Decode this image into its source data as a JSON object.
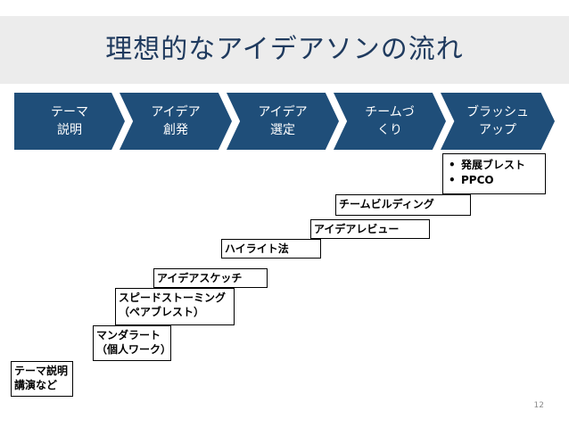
{
  "slide": {
    "title": "理想的なアイデアソンの流れ",
    "page_number": "12"
  },
  "chevrons": [
    {
      "line1": "テーマ",
      "line2": "説明"
    },
    {
      "line1": "アイデア",
      "line2": "創発"
    },
    {
      "line1": "アイデア",
      "line2": "選定"
    },
    {
      "line1": "チームづ",
      "line2": "くり"
    },
    {
      "line1": "ブラッシュ",
      "line2": "アップ"
    }
  ],
  "steps": [
    {
      "line1": "テーマ説明",
      "line2": "講演など"
    },
    {
      "line1": "マンダラート",
      "line2": "（個人ワーク）"
    },
    {
      "line1": "スピードストーミング",
      "line2": "（ペアブレスト）"
    },
    {
      "line1": "アイデアスケッチ"
    },
    {
      "line1": "ハイライト法"
    },
    {
      "line1": "アイデアレビュー"
    },
    {
      "line1": "チームビルディング"
    }
  ],
  "bullets": [
    {
      "marker": "•",
      "text": "発展ブレスト"
    },
    {
      "marker": "•",
      "text": "PPCO"
    }
  ],
  "colors": {
    "chevron_fill": "#1f4e79",
    "title_text": "#1f3a5e",
    "title_band": "#ececec"
  }
}
